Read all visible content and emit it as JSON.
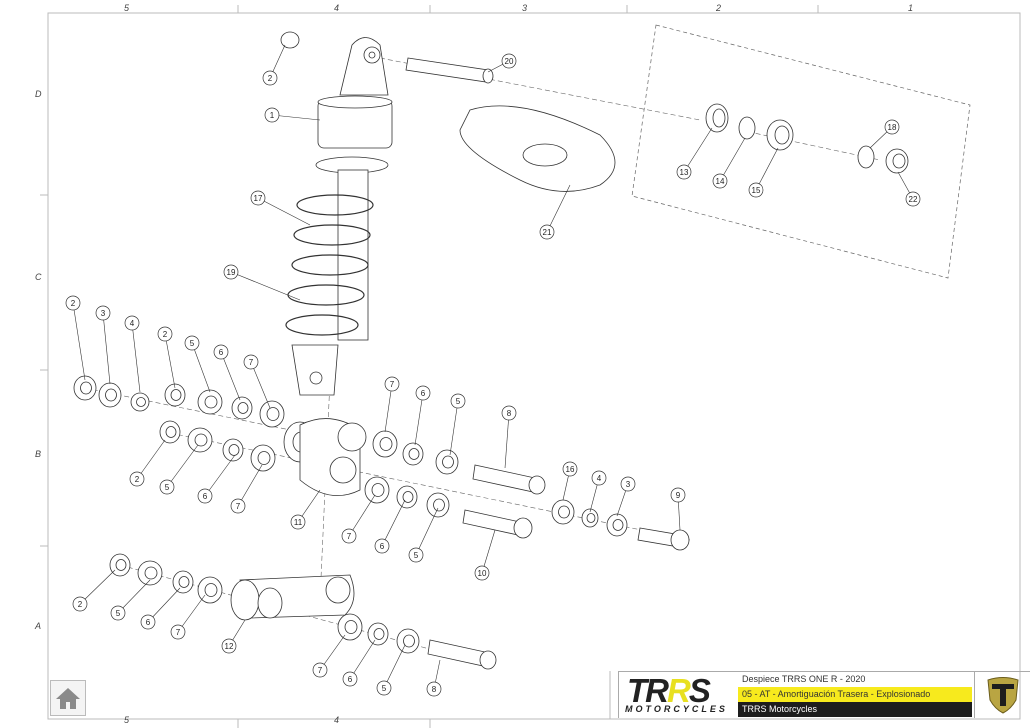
{
  "zones": {
    "columns": [
      "5",
      "4",
      "3",
      "2",
      "1"
    ],
    "rows": [
      "D",
      "C",
      "B",
      "A"
    ],
    "bottom_columns": [
      "5",
      "4"
    ]
  },
  "balloons": [
    "2",
    "20",
    "1",
    "17",
    "21",
    "13",
    "14",
    "15",
    "18",
    "22",
    "19",
    "2",
    "3",
    "4",
    "2",
    "5",
    "6",
    "7",
    "7",
    "6",
    "5",
    "8",
    "2",
    "5",
    "6",
    "7",
    "11",
    "7",
    "6",
    "5",
    "10",
    "16",
    "4",
    "3",
    "9",
    "2",
    "5",
    "6",
    "7",
    "12",
    "7",
    "6",
    "5",
    "8"
  ],
  "title_block": {
    "logo_main_a": "TR",
    "logo_main_b": "R",
    "logo_main_c": "S",
    "logo_sub": "MOTORCYCLES",
    "line1": "Despiece TRRS ONE R - 2020",
    "line2": "05 - AT - Amortiguación Trasera - Explosionado",
    "line3": "TRRS Motorcycles"
  },
  "colors": {
    "accent_yellow": "#f7ea1d",
    "dark": "#1d1d1d"
  },
  "icons": {
    "home": "home-icon",
    "brand": "trrs-shield-logo"
  }
}
